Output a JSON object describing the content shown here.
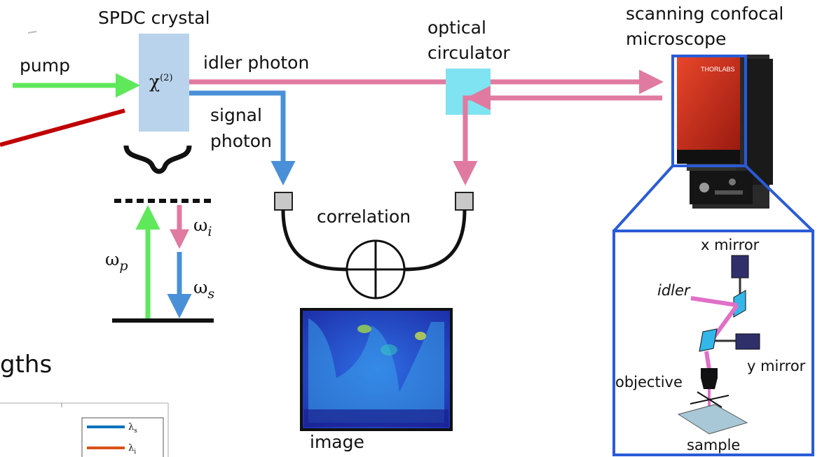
{
  "labels": {
    "spdc_crystal": "SPDC crystal",
    "pump": "pump",
    "chi2": "χ",
    "chi2_sup": "(2)",
    "idler_photon": "idler photon",
    "signal_line1": "signal",
    "signal_line2": "photon",
    "optical_line1": "optical",
    "optical_line2": "circulator",
    "scanning_line1": "scanning confocal",
    "scanning_line2": "microscope",
    "correlation": "correlation",
    "image": "image",
    "omega_p": "ω",
    "omega_p_sub": "p",
    "omega_i": "ω",
    "omega_i_sub": "i",
    "omega_s": "ω",
    "omega_s_sub": "s",
    "x_mirror": "x mirror",
    "idler": "idler",
    "y_mirror": "y mirror",
    "objective": "objective",
    "sample": "sample",
    "partial_text": "gths",
    "legend_s": "λ",
    "legend_s_sub": "s",
    "legend_i": "λ",
    "legend_i_sub": "i"
  },
  "colors": {
    "pump_green": "#5ee85a",
    "idler_pink": "#e07aa0",
    "signal_blue": "#4a90d9",
    "crystal": "#b9d3ec",
    "circulator": "#7fe3f1",
    "inset_border": "#2a5bd7",
    "laser_red": "#c00000",
    "legend_blue": "#0072bd",
    "legend_orange": "#d95319"
  },
  "icons": {
    "detector_left": "detector-square-icon",
    "detector_right": "detector-square-icon",
    "correlator": "circle-plus-icon",
    "microscope": "microscope-photo",
    "brace": "curly-brace-icon"
  }
}
